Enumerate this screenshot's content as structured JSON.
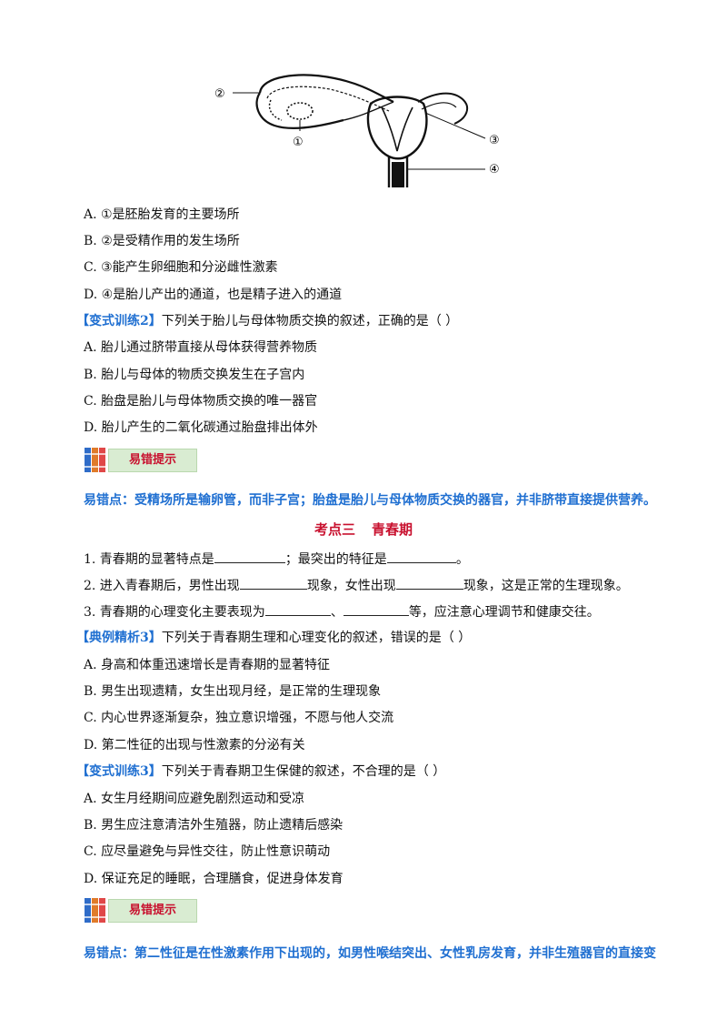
{
  "figure": {
    "labels": [
      "②",
      "①",
      "③",
      "④"
    ]
  },
  "q1_options": [
    "A. ①是胚胎发育的主要场所",
    "B. ②是受精作用的发生场所",
    "C. ③能产生卵细胞和分泌雌性激素",
    "D. ④是胎儿产出的通道，也是精子进入的通道"
  ],
  "variant2": {
    "tag": "【变式训练2】",
    "stem": "下列关于胎儿与母体物质交换的叙述，正确的是（ ）",
    "options": [
      "A. 胎儿通过脐带直接从母体获得营养物质",
      "B. 胎儿与母体的物质交换发生在子宫内",
      "C. 胎盘是胎儿与母体物质交换的唯一器官",
      "D. 胎儿产生的二氧化碳通过胎盘排出体外"
    ]
  },
  "tip_label": "易错提示",
  "tip1": "易错点：受精场所是输卵管，而非子宫；胎盘是胎儿与母体物质交换的器官，并非脐带直接提供营养。",
  "section": {
    "num": "考点三",
    "name": "青春期"
  },
  "fill": {
    "q1": {
      "a": "1. 青春期的显著特点是",
      "b": "；最突出的特征是",
      "c": "。"
    },
    "q2": {
      "a": "2. 进入青春期后，男性出现",
      "b": "现象，女性出现",
      "c": "现象，这是正常的生理现象。"
    },
    "q3": {
      "a": "3. 青春期的心理变化主要表现为",
      "b": "、",
      "c": "等，应注意心理调节和健康交往。"
    }
  },
  "example3": {
    "tag": "【典例精析3】",
    "stem": "下列关于青春期生理和心理变化的叙述，错误的是（ ）",
    "options": [
      "A. 身高和体重迅速增长是青春期的显著特征",
      "B. 男生出现遗精，女生出现月经，是正常的生理现象",
      "C. 内心世界逐渐复杂，独立意识增强，不愿与他人交流",
      "D. 第二性征的出现与性激素的分泌有关"
    ]
  },
  "variant3": {
    "tag": "【变式训练3】",
    "stem": "下列关于青春期卫生保健的叙述，不合理的是（ ）",
    "options": [
      "A. 女生月经期间应避免剧烈运动和受凉",
      "B. 男生应注意清洁外生殖器，防止遗精后感染",
      "C. 应尽量避免与异性交往，防止性意识萌动",
      "D. 保证充足的睡眠，合理膳食，促进身体发育"
    ]
  },
  "tip2": "易错点：第二性征是在性激素作用下出现的，如男性喉结突出、女性乳房发育，并非生殖器官的直接变"
}
